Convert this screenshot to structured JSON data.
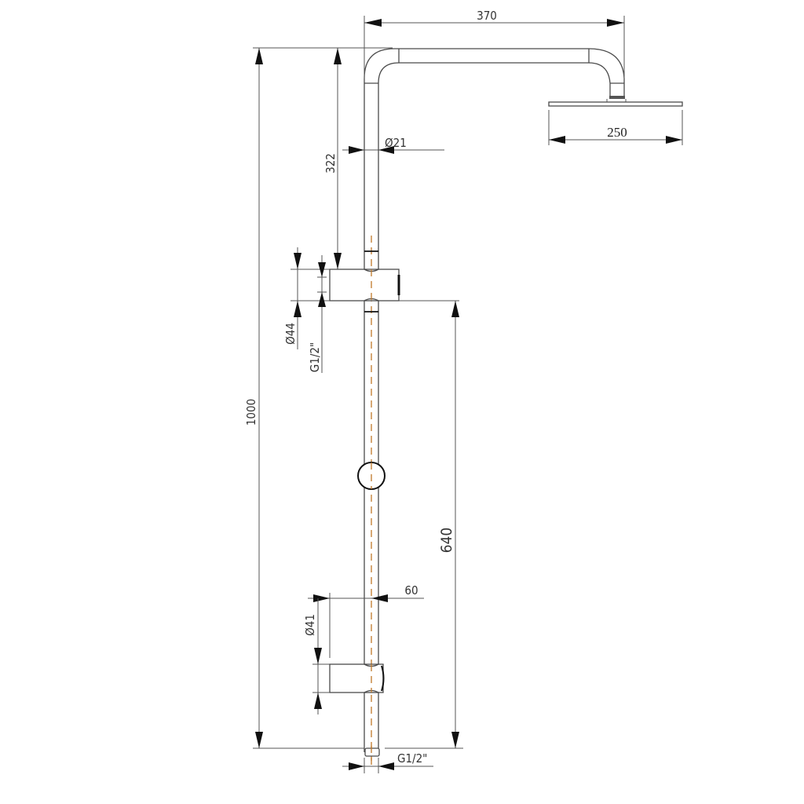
{
  "drawing": {
    "title": "Shower column technical drawing",
    "units": "mm",
    "line_color": "#4a4a4a",
    "centerline_color": "#c0782a"
  },
  "dimensions": {
    "arm_length": "370",
    "head_diameter": "250",
    "pipe_diameter": "Ø21",
    "arm_to_outlet": "322",
    "outlet_diameter": "Ø44",
    "outlet_thread": "G1/2\"",
    "total_height": "1000",
    "outlet_to_bottom": "640",
    "holder_offset": "60",
    "holder_diameter": "Ø41",
    "bottom_thread": "G1/2\""
  }
}
